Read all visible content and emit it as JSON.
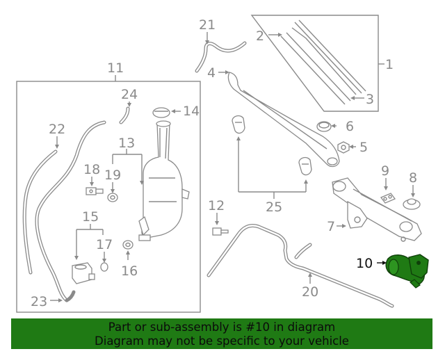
{
  "callouts": {
    "c1": "1",
    "c2": "2",
    "c3": "3",
    "c4": "4",
    "c5": "5",
    "c6": "6",
    "c7": "7",
    "c8": "8",
    "c9": "9",
    "c10": "10",
    "c11": "11",
    "c12": "12",
    "c13": "13",
    "c14": "14",
    "c15": "15",
    "c16": "16",
    "c17": "17",
    "c18": "18",
    "c19": "19",
    "c20": "20",
    "c21": "21",
    "c22": "22",
    "c23": "23",
    "c24": "24",
    "c25": "25"
  },
  "highlight": {
    "part": "10",
    "part_color": "#1f7a14",
    "banner_color": "#1f7a14"
  },
  "banner": {
    "line1": "Part or sub-assembly is #10 in diagram",
    "line2": "Diagram may not be specific to your vehicle"
  }
}
